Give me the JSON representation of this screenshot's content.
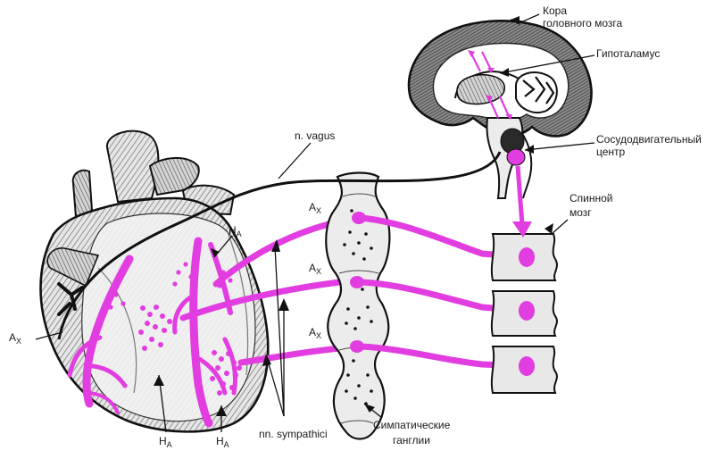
{
  "labels": {
    "cortex_line1": "Кора",
    "cortex_line2": "головного мозга",
    "hypothalamus": "Гипоталамус",
    "vasomotor_line1": "Сосудодвигательный",
    "vasomotor_line2": "центр",
    "spinal_line1": "Спинной",
    "spinal_line2": "мозг",
    "vagus": "n. vagus",
    "sympathici": "nn. sympathici",
    "ganglia_line1": "Симпатические",
    "ganglia_line2": "ганглии",
    "ax_letter": "A",
    "ax_sub": "X",
    "ha_letter": "H",
    "ha_sub": "A"
  },
  "colors": {
    "nerve": "#e23de0",
    "ink": "#111111",
    "shade": "#9a9a9a"
  }
}
